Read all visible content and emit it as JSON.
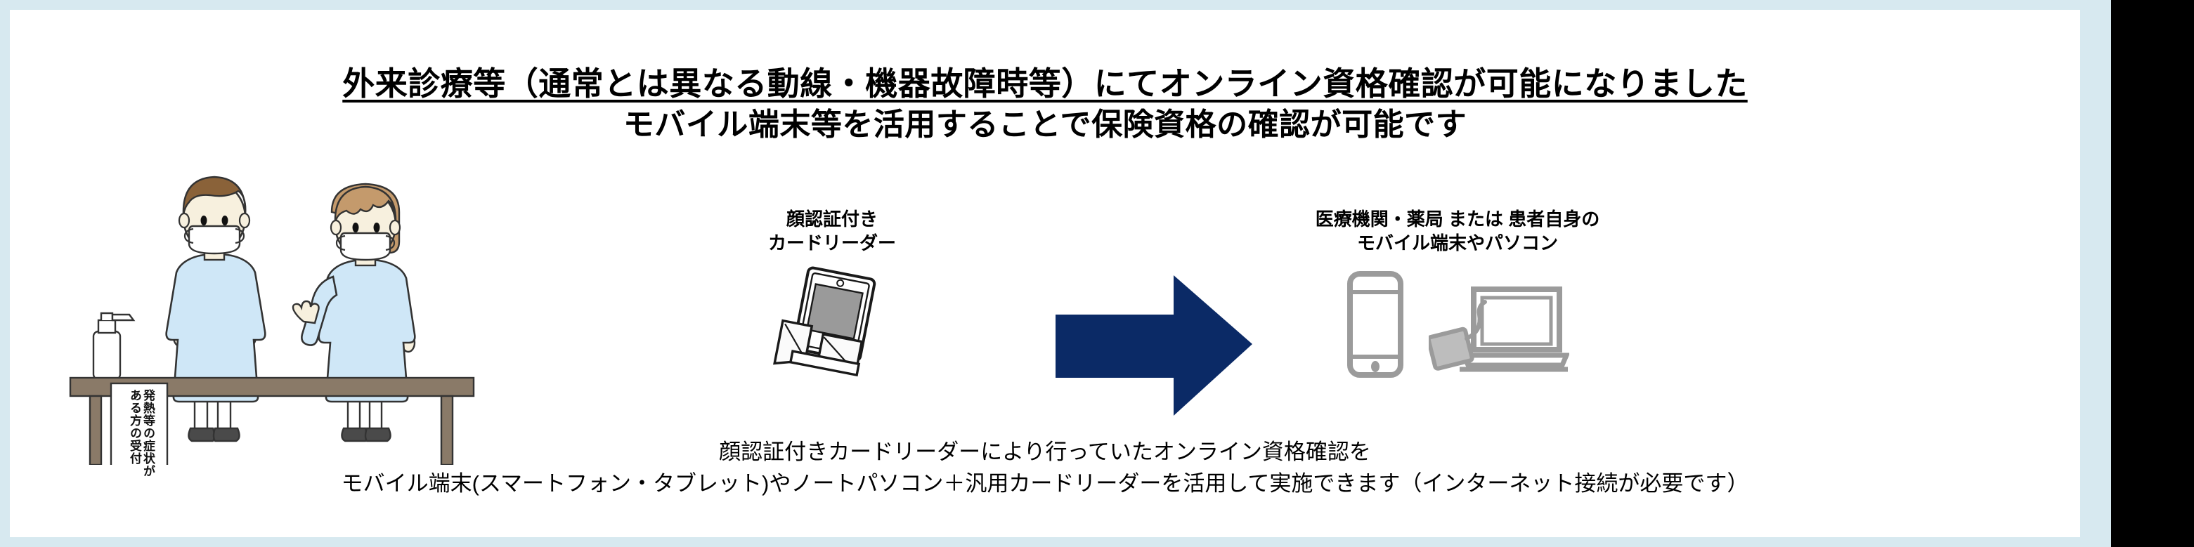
{
  "colors": {
    "frame_blue": "#d7e9f0",
    "canvas_white": "#ffffff",
    "arrow_navy": "#0b2a66",
    "device_gray": "#9b9b9b",
    "gown_blue": "#cfe7f7",
    "hair_brown_dark": "#8a6239",
    "hair_brown_light": "#c49a6c",
    "skin": "#f7f0de",
    "desk_brown": "#8a7a68",
    "shoe_gray": "#4a4a4a",
    "text_black": "#000000"
  },
  "title": {
    "line1": "外来診療等（通常とは異なる動線・機器故障時等）にてオンライン資格確認が可能になりました",
    "line2": "モバイル端末等を活用することで保険資格の確認が可能です"
  },
  "reader": {
    "label_line1": "顔認証付き",
    "label_line2": "カードリーダー",
    "icon": "face-auth-card-reader-icon"
  },
  "arrow": {
    "icon": "right-arrow-icon",
    "direction": "right"
  },
  "devices": {
    "label_line1": "医療機関・薬局 または 患者自身の",
    "label_line2": "モバイル端末やパソコン",
    "items": [
      {
        "icon": "smartphone-icon",
        "name": "smartphone"
      },
      {
        "icon": "card-reader-generic-icon",
        "name": "generic-card-reader"
      },
      {
        "icon": "laptop-icon",
        "name": "laptop"
      }
    ]
  },
  "illustration": {
    "name": "reception-desk-staff-illustration",
    "sign_text": "発熱等の症状がある方の受付",
    "sign_column1": "ある方の受付",
    "sign_column2": "発熱等の症状が",
    "items": [
      {
        "icon": "sanitizer-bottle-icon",
        "name": "hand-sanitizer"
      },
      {
        "icon": "staff-person-icon",
        "name": "staff-male"
      },
      {
        "icon": "staff-person-icon",
        "name": "staff-female"
      },
      {
        "icon": "desk-icon",
        "name": "reception-desk"
      },
      {
        "icon": "sign-board-icon",
        "name": "fever-reception-sign"
      }
    ]
  },
  "caption": {
    "line1": "顔認証付きカードリーダーにより行っていたオンライン資格確認を",
    "line2": "モバイル端末(スマートフォン・タブレット)やノートパソコン＋汎用カードリーダーを活用して実施できます（インターネット接続が必要です）"
  }
}
